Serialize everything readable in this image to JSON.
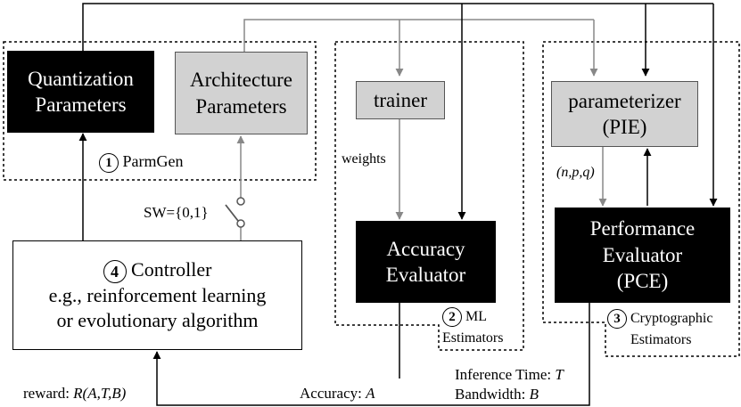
{
  "parmgen": {
    "quantization_line1": "Quantization",
    "quantization_line2": "Parameters",
    "architecture_line1": "Architecture",
    "architecture_line2": "Parameters",
    "badge": "1",
    "label": "ParmGen"
  },
  "ml": {
    "trainer": "trainer",
    "weights": "weights",
    "accuracy_line1": "Accuracy",
    "accuracy_line2": "Evaluator",
    "badge": "2",
    "label_line1": "ML",
    "label_line2": "Estimators"
  },
  "crypto": {
    "param_line1": "parameterizer",
    "param_line2": "(PIE)",
    "npq": "(n,p,q)",
    "perf_line1": "Performance",
    "perf_line2": "Evaluator",
    "perf_line3": "(PCE)",
    "badge": "3",
    "label_line1": "Cryptographic",
    "label_line2": "Estimators"
  },
  "controller": {
    "badge": "4",
    "title": "Controller",
    "line2": "e.g., reinforcement learning",
    "line3": "or evolutionary algorithm",
    "switch_label": "SW={0,1}"
  },
  "outputs": {
    "reward_prefix": "reward: ",
    "reward_value": "R(A,T,B)",
    "accuracy_prefix": "Accuracy: ",
    "accuracy_value": "A",
    "inference_prefix": "Inference Time: ",
    "inference_value": "T",
    "bandwidth_prefix": "Bandwidth: ",
    "bandwidth_value": "B"
  }
}
